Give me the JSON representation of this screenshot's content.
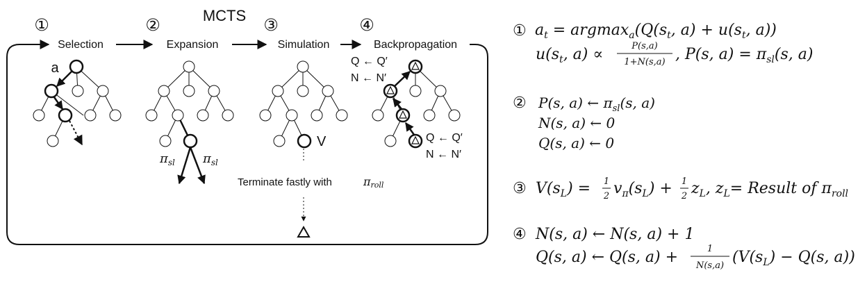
{
  "title": "MCTS",
  "steps": [
    {
      "num": "①",
      "label": "Selection"
    },
    {
      "num": "②",
      "label": "Expansion"
    },
    {
      "num": "③",
      "label": "Simulation"
    },
    {
      "num": "④",
      "label": "Backpropagation"
    }
  ],
  "selection_action_label": "a",
  "expansion": {
    "policy_left": "π",
    "policy_right": "π",
    "policy_sub": "sl"
  },
  "simulation": {
    "value_label": "V",
    "rollout_text": "Terminate fastly with",
    "rollout_policy": "π",
    "rollout_sub": "roll"
  },
  "backprop": {
    "q_update": "Q ← Q′",
    "n_update": "N ← N′"
  },
  "equations": {
    "step1_num": "①",
    "step2_num": "②",
    "step3_num": "③",
    "step4_num": "④"
  }
}
